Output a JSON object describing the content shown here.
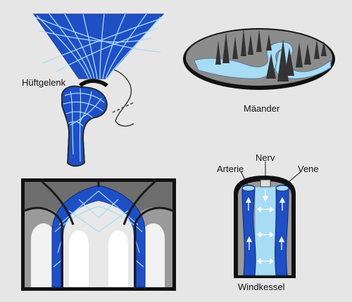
{
  "labels": {
    "hip_joint": "Hüftgelenk",
    "meander": "Mäander",
    "nerve": "Nerv",
    "artery": "Arterie",
    "vein": "Vene",
    "windkessel": "Windkessel"
  },
  "colors": {
    "background": "#e6e6e6",
    "blue": "#1f4fc4",
    "light_blue": "#a8dcf4",
    "gray": "#8c8c8c",
    "dark": "#2a2a2a"
  }
}
